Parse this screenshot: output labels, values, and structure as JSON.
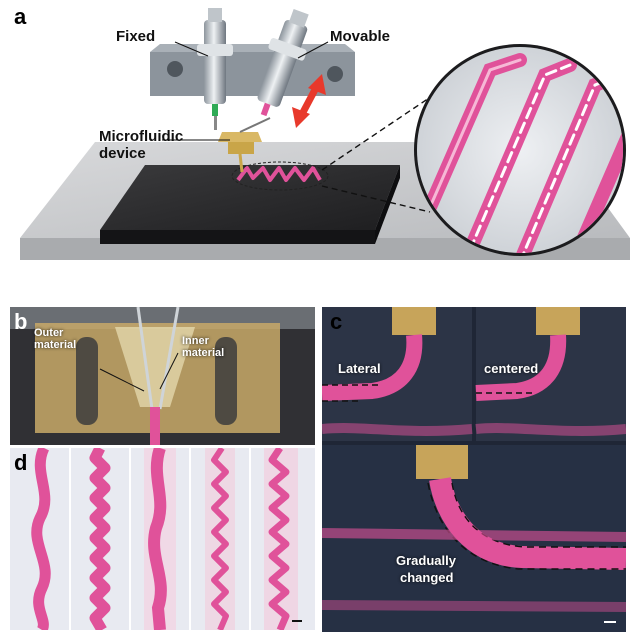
{
  "panels": {
    "a": {
      "letter": "a",
      "labels": {
        "fixed": "Fixed",
        "movable": "Movable",
        "device_line1": "Microfluidic",
        "device_line2": "device"
      }
    },
    "b": {
      "letter": "b",
      "labels": {
        "outer_line1": "Outer",
        "outer_line2": "material",
        "inner_line1": "Inner",
        "inner_line2": "material"
      }
    },
    "c": {
      "letter": "c",
      "labels": {
        "lateral": "Lateral",
        "centered": "centered",
        "gradual_line1": "Gradually",
        "gradual_line2": "changed"
      }
    },
    "d": {
      "letter": "d"
    }
  },
  "colors": {
    "fiber_pink": "#e0529a",
    "arrow_red": "#e8392b",
    "dark_bg": "#1d2330",
    "platform": "#c9cbcd",
    "stage": "#2b2b2d"
  }
}
